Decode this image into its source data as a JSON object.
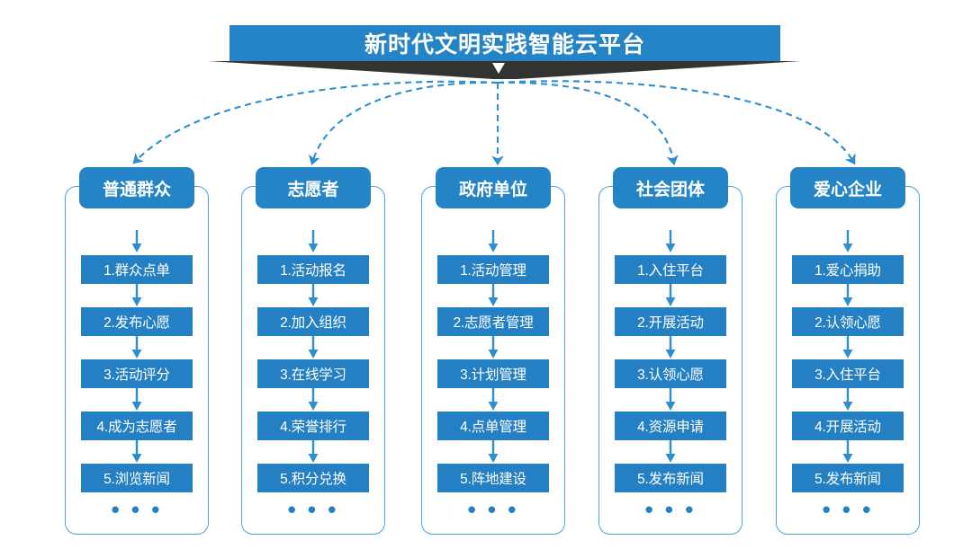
{
  "banner": {
    "title": "新时代文明实践智能云平台",
    "chevron_icon": "chevron-down-icon",
    "color": "#2484c6",
    "ribbon_color": "#333333"
  },
  "theme": {
    "box_blue": "#2480c2",
    "head_blue": "#2484c6",
    "border_blue": "#4ba3dd",
    "arrow_blue": "#2b8fd0",
    "text_white": "#ffffff"
  },
  "overflow_indicator": "• • •",
  "columns": [
    {
      "title": "普通群众",
      "items": [
        "1.群众点单",
        "2.发布心愿",
        "3.活动评分",
        "4.成为志愿者",
        "5.浏览新闻"
      ]
    },
    {
      "title": "志愿者",
      "items": [
        "1.活动报名",
        "2.加入组织",
        "3.在线学习",
        "4.荣誉排行",
        "5.积分兑换"
      ]
    },
    {
      "title": "政府单位",
      "items": [
        "1.活动管理",
        "2.志愿者管理",
        "3.计划管理",
        "4.点单管理",
        "5.阵地建设"
      ]
    },
    {
      "title": "社会团体",
      "items": [
        "1.入住平台",
        "2.开展活动",
        "3.认领心愿",
        "4.资源申请",
        "5.发布新闻"
      ]
    },
    {
      "title": "爱心企业",
      "items": [
        "1.爱心捐助",
        "2.认领心愿",
        "3.入住平台",
        "4.开展活动",
        "5.发布新闻"
      ]
    }
  ]
}
